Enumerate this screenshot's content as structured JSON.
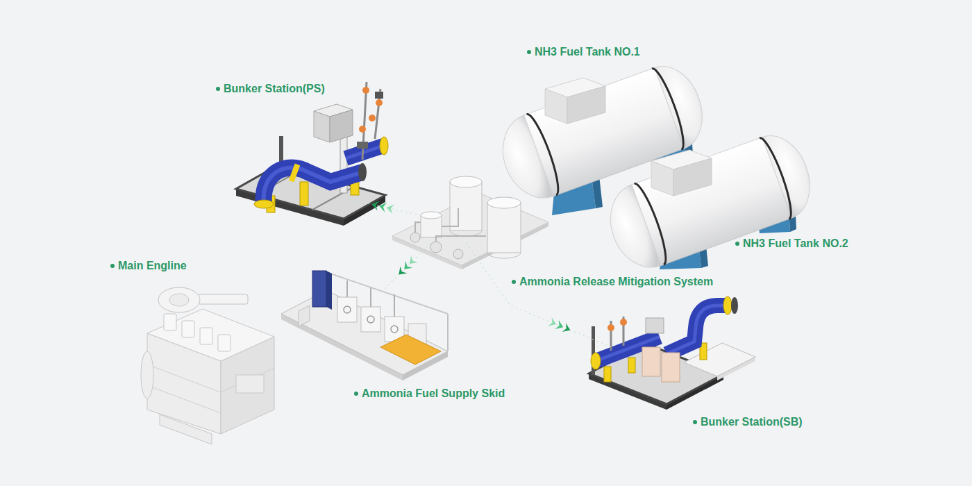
{
  "diagram": {
    "nodes": [
      {
        "text": [
          "NH3 Fuel Tank NO.1"
        ]
      },
      {
        "text": [
          "Bunker Station(PS)"
        ]
      },
      {
        "text": [
          "NH3 Fuel Tank NO.2"
        ]
      },
      {
        "text": [
          "Main Engline"
        ]
      },
      {
        "text": [
          "Ammonia Release Mitigation System"
        ]
      },
      {
        "text": [
          "Ammonia Fuel Supply Skid"
        ]
      },
      {
        "text": [
          "Bunker Station(SB)"
        ]
      }
    ],
    "edges": [
      {
        "from": 4,
        "to": 1,
        "arrow": "to"
      },
      {
        "from": 4,
        "to": 5,
        "arrow": "to"
      },
      {
        "from": 4,
        "to": 6,
        "arrow": "to"
      }
    ]
  }
}
